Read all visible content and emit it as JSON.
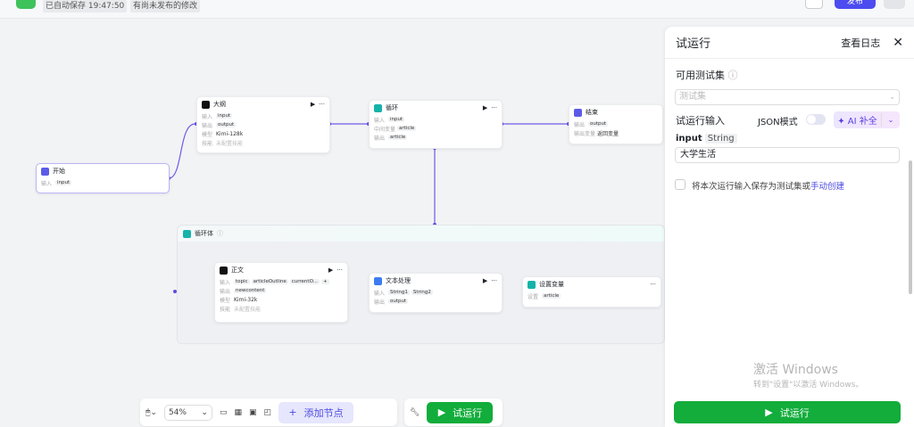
{
  "topbar": {
    "autosave": "已自动保存 19:47:50",
    "unpublished": "有尚未发布的修改",
    "publish": "发布"
  },
  "colors": {
    "edge": "#6b5ce7",
    "run": "#12ad3b",
    "publish": "#4c4cf0"
  },
  "nodes": {
    "start": {
      "title": "开始",
      "input_label": "输入",
      "input": "input"
    },
    "outline": {
      "title": "大纲",
      "rows": [
        {
          "label": "输入",
          "value": "input"
        },
        {
          "label": "输出",
          "value": "output"
        },
        {
          "label": "模型",
          "value": "Kimi-128k"
        },
        {
          "label": "技能",
          "value": "未配置技能"
        }
      ]
    },
    "loop": {
      "title": "循环",
      "rows": [
        {
          "label": "输入",
          "value": "input"
        },
        {
          "label": "中间变量",
          "value": "article"
        },
        {
          "label": "输出",
          "value": "article"
        }
      ]
    },
    "end": {
      "title": "结束",
      "rows": [
        {
          "label": "输出",
          "value": "output"
        },
        {
          "label": "输出变量",
          "value": "返回变量"
        }
      ]
    },
    "loop_body": {
      "title": "循环体"
    },
    "body": {
      "title": "正文",
      "inputs": [
        "topic",
        "articleOutline",
        "currentO..."
      ],
      "more": "+",
      "output": "newcontent",
      "model": "Kimi-32k",
      "skill": "未配置技能",
      "labels": {
        "in": "输入",
        "out": "输出",
        "model": "模型",
        "skill": "技能"
      }
    },
    "text": {
      "title": "文本处理",
      "inputs": [
        "String1",
        "String2"
      ],
      "output": "output",
      "labels": {
        "in": "输入",
        "out": "输出"
      }
    },
    "setvar": {
      "title": "设置变量",
      "label": "设置",
      "value": "article"
    }
  },
  "toolbar": {
    "zoom": "54%",
    "add_node": "添加节点",
    "run": "试运行"
  },
  "panel": {
    "title": "试运行",
    "log": "查看日志",
    "testset_label": "可用测试集",
    "testset_placeholder": "测试集",
    "run_input": "试运行输入",
    "json_mode": "JSON模式",
    "ai_fill": "AI 补全",
    "field_name": "input",
    "field_type": "String",
    "field_value": "大学生活",
    "save_text": "将本次运行输入保存为测试集或",
    "manual_create": "手动创建",
    "run": "试运行"
  },
  "watermark": {
    "title": "激活 Windows",
    "sub": "转到\"设置\"以激活 Windows。"
  }
}
